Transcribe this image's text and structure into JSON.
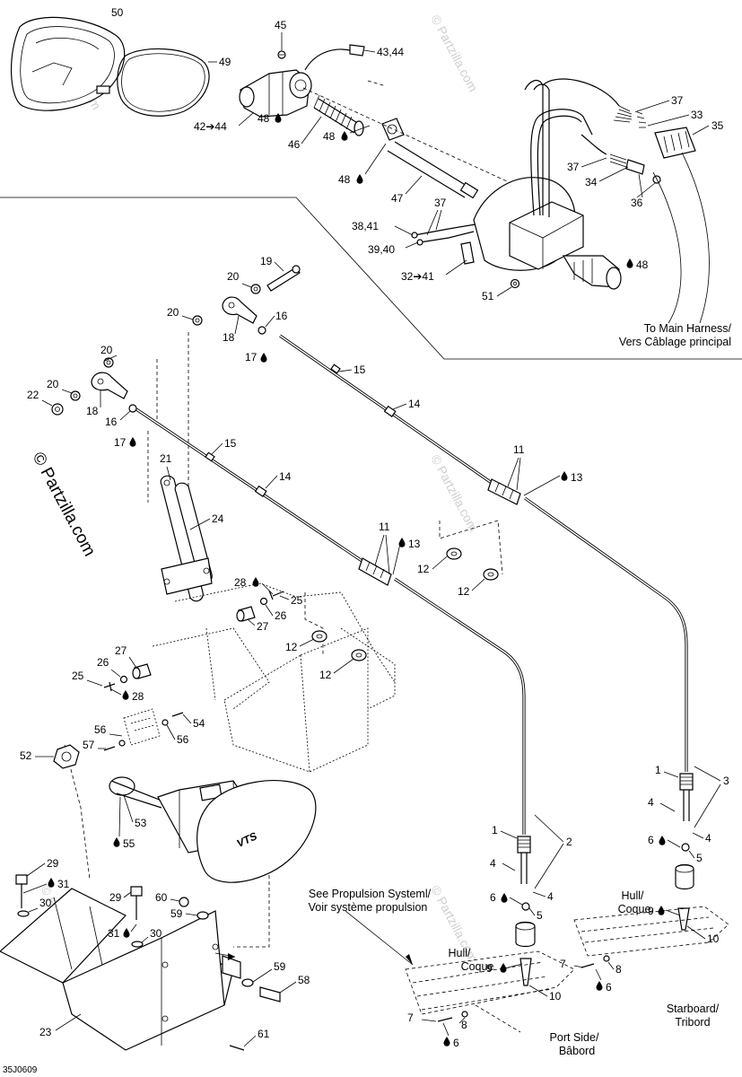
{
  "labels": {
    "p50": "50",
    "p49": "49",
    "p45": "45",
    "p4344": "43,44",
    "p4244": "42➔44",
    "p48a": "48",
    "p46": "46",
    "p48b": "48",
    "p48c": "48",
    "p47": "47",
    "p37a": "37",
    "p33": "33",
    "p35": "35",
    "p37b": "37",
    "p34": "34",
    "p36": "36",
    "p3841": "38,41",
    "p37c": "37",
    "p3940": "39,40",
    "p3241": "32➔41",
    "p48d": "48",
    "p51": "51",
    "p19": "19",
    "p20a": "20",
    "p20b": "20",
    "p16a": "16",
    "p18a": "18",
    "p17a": "17",
    "p15a": "15",
    "p14a": "14",
    "p20c": "20",
    "p20d": "20",
    "p22": "22",
    "p18b": "18",
    "p16b": "16",
    "p17b": "17",
    "p15b": "15",
    "p14b": "14",
    "p11a": "11",
    "p13a": "13",
    "p21": "21",
    "p24": "24",
    "p11b": "11",
    "p13b": "13",
    "p12a": "12",
    "p12b": "12",
    "p28a": "28",
    "p25a": "25",
    "p26a": "26",
    "p27a": "27",
    "p12c": "12",
    "p12d": "12",
    "p27b": "27",
    "p26b": "26",
    "p25b": "25",
    "p28b": "28",
    "p56a": "56",
    "p54": "54",
    "p57": "57",
    "p56b": "56",
    "p52": "52",
    "p53": "53",
    "p55": "55",
    "p29a": "29",
    "p31a": "31",
    "p30a": "30",
    "p29b": "29",
    "p60": "60",
    "p59a": "59",
    "p31b": "31",
    "p30b": "30",
    "p59b": "59",
    "p58": "58",
    "p23": "23",
    "p61": "61",
    "p1a": "1",
    "p2a": "2",
    "p4a": "4",
    "p6a": "6",
    "p4b": "4",
    "p5a": "5",
    "p9a": "9",
    "p10a": "10",
    "p8a": "8",
    "p7a": "7",
    "p6b": "6",
    "p1b": "1",
    "p3": "3",
    "p4c": "4",
    "p6c": "6",
    "p4d": "4",
    "p5b": "5",
    "p9b": "9",
    "p10b": "10",
    "p7b": "7",
    "p8b": "8",
    "p6d": "6",
    "hull1a": "Hull/",
    "hull1b": "Coque",
    "hull2a": "Hull/",
    "hull2b": "Coque",
    "seeProp1": "See Propulsion Systeml/",
    "seeProp2": "Voir système propulsion",
    "mainHarness1": "To Main Harness/",
    "mainHarness2": "Vers Câblage principal",
    "port1": "Port Side/",
    "port2": "Bâbord",
    "star1": "Starboard/",
    "star2": "Tribord",
    "watermark": "© Partzilla.com",
    "ref": "35J0609",
    "logo": "VTS"
  },
  "colors": {
    "line": "#000000",
    "background": "#ffffff",
    "watermark_faint": "#cfcfcf"
  },
  "icons": {
    "oil_drop": "oil-drop-icon",
    "arrow": "arrow-icon"
  }
}
